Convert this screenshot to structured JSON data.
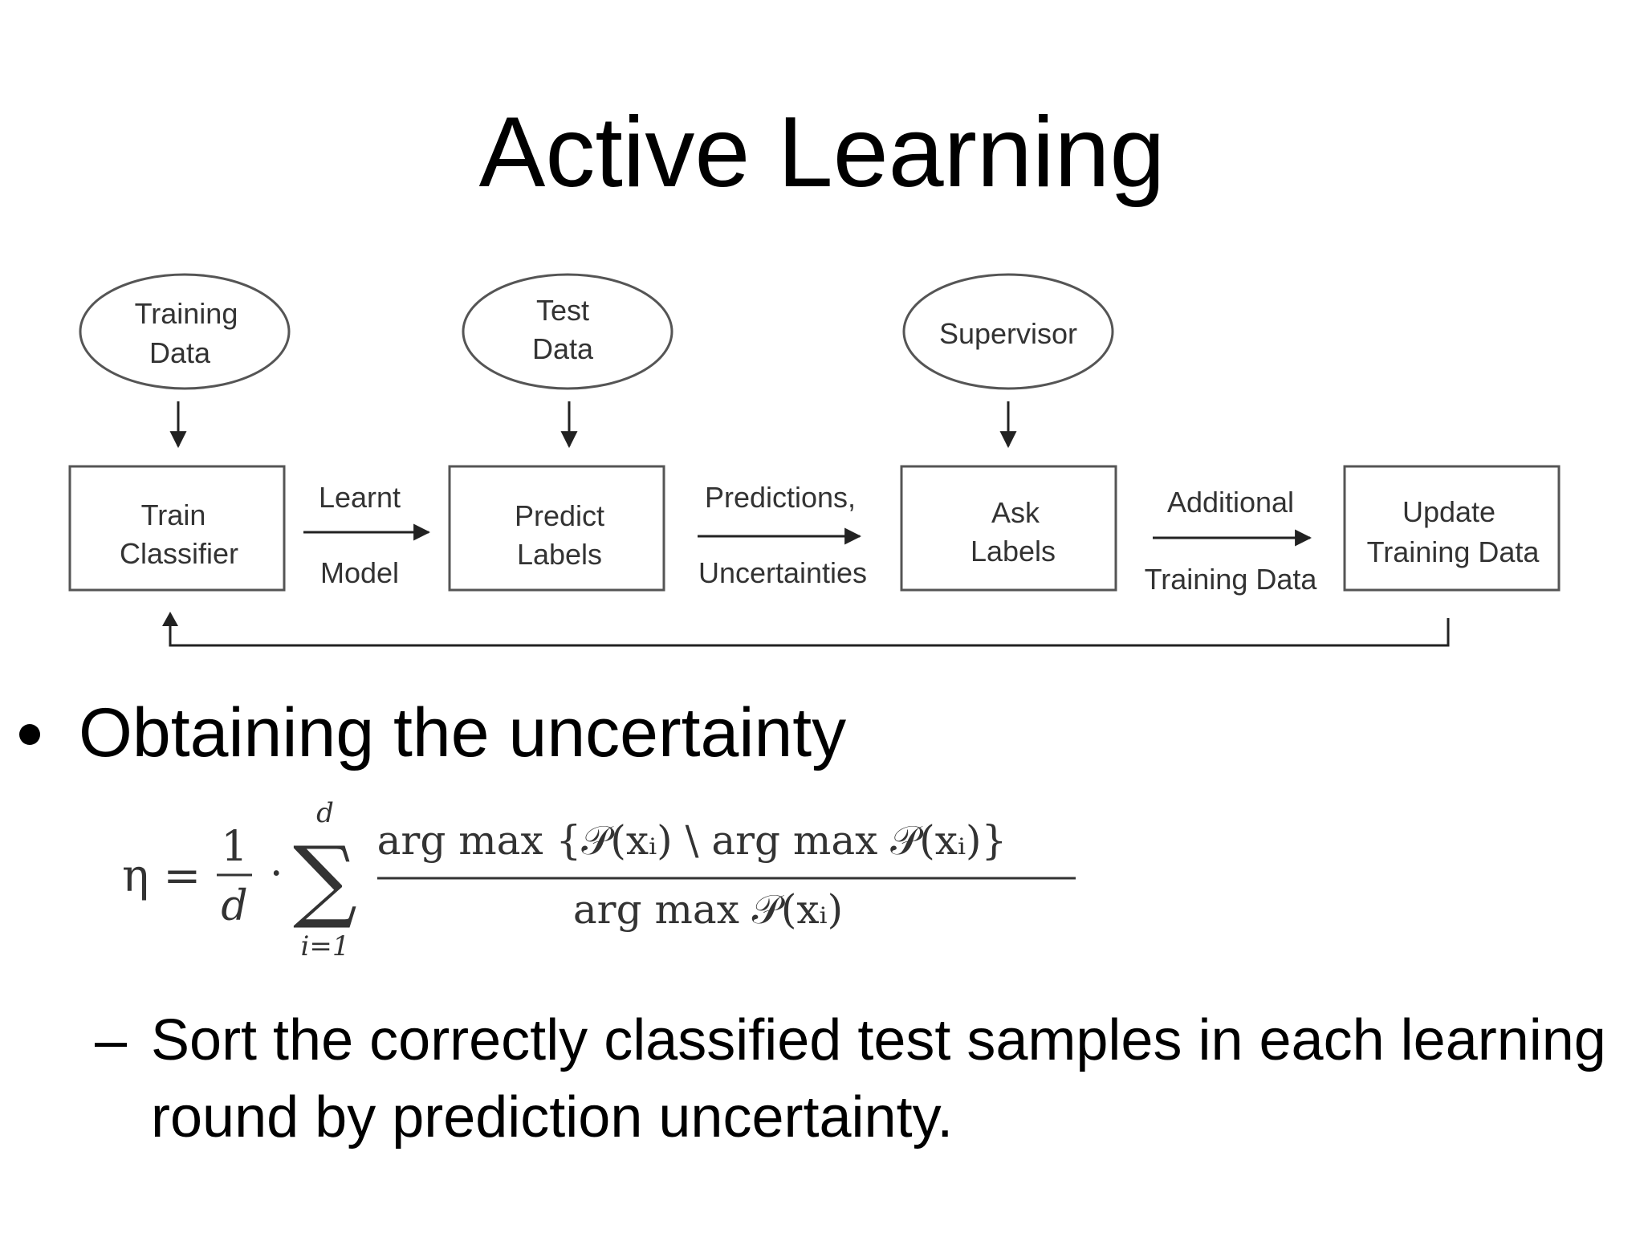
{
  "title": "Active Learning",
  "diagram": {
    "inputs": {
      "training_data": [
        "Training",
        "Data"
      ],
      "test_data": [
        "Test",
        "Data"
      ],
      "supervisor": [
        "Supervisor"
      ]
    },
    "steps": {
      "train_classifier": [
        "Train",
        "Classifier"
      ],
      "predict_labels": [
        "Predict",
        "Labels"
      ],
      "ask_labels": [
        "Ask",
        "Labels"
      ],
      "update_training_data": [
        "Update",
        "Training Data"
      ]
    },
    "edges": {
      "learnt_model": {
        "top": "Learnt",
        "bottom": "Model"
      },
      "predictions_uncertainties": {
        "top": "Predictions,",
        "bottom": "Uncertainties"
      },
      "additional_training_data": {
        "top": "Additional",
        "bottom": "Training Data"
      }
    }
  },
  "bullet": {
    "text": "Obtaining the uncertainty",
    "formula": {
      "lhs": "η =",
      "fraction_num": "1",
      "fraction_den": "d",
      "dot": "·",
      "sum_symbol": "∑",
      "sum_upper": "d",
      "sum_lower": "i=1",
      "numerator": "arg max {𝒫(xᵢ) \\ arg max 𝒫(xᵢ)}",
      "denominator": "arg max 𝒫(xᵢ)"
    },
    "sub_dash": "–",
    "sub_text": "Sort the correctly classified test samples in each learning round by prediction uncertainty."
  }
}
